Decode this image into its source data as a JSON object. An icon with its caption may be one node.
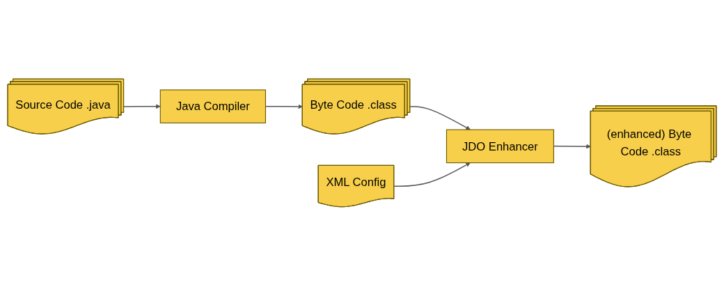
{
  "diagram": {
    "nodes": [
      {
        "text": [
          "Source Code .java"
        ]
      },
      {
        "text": [
          "Java Compiler"
        ]
      },
      {
        "text": [
          "Byte Code .class"
        ]
      },
      {
        "text": [
          "XML Config"
        ]
      },
      {
        "text": [
          "JDO Enhancer"
        ]
      },
      {
        "text": [
          "(enhanced) Byte Code .class"
        ]
      }
    ],
    "edges": [
      {
        "from": 0,
        "to": 1,
        "arrow": "to"
      },
      {
        "from": 1,
        "to": 2,
        "arrow": "to"
      },
      {
        "from": 2,
        "to": 4,
        "arrow": "to"
      },
      {
        "from": 3,
        "to": 4,
        "arrow": "to"
      },
      {
        "from": 4,
        "to": 5,
        "arrow": "to"
      }
    ]
  }
}
